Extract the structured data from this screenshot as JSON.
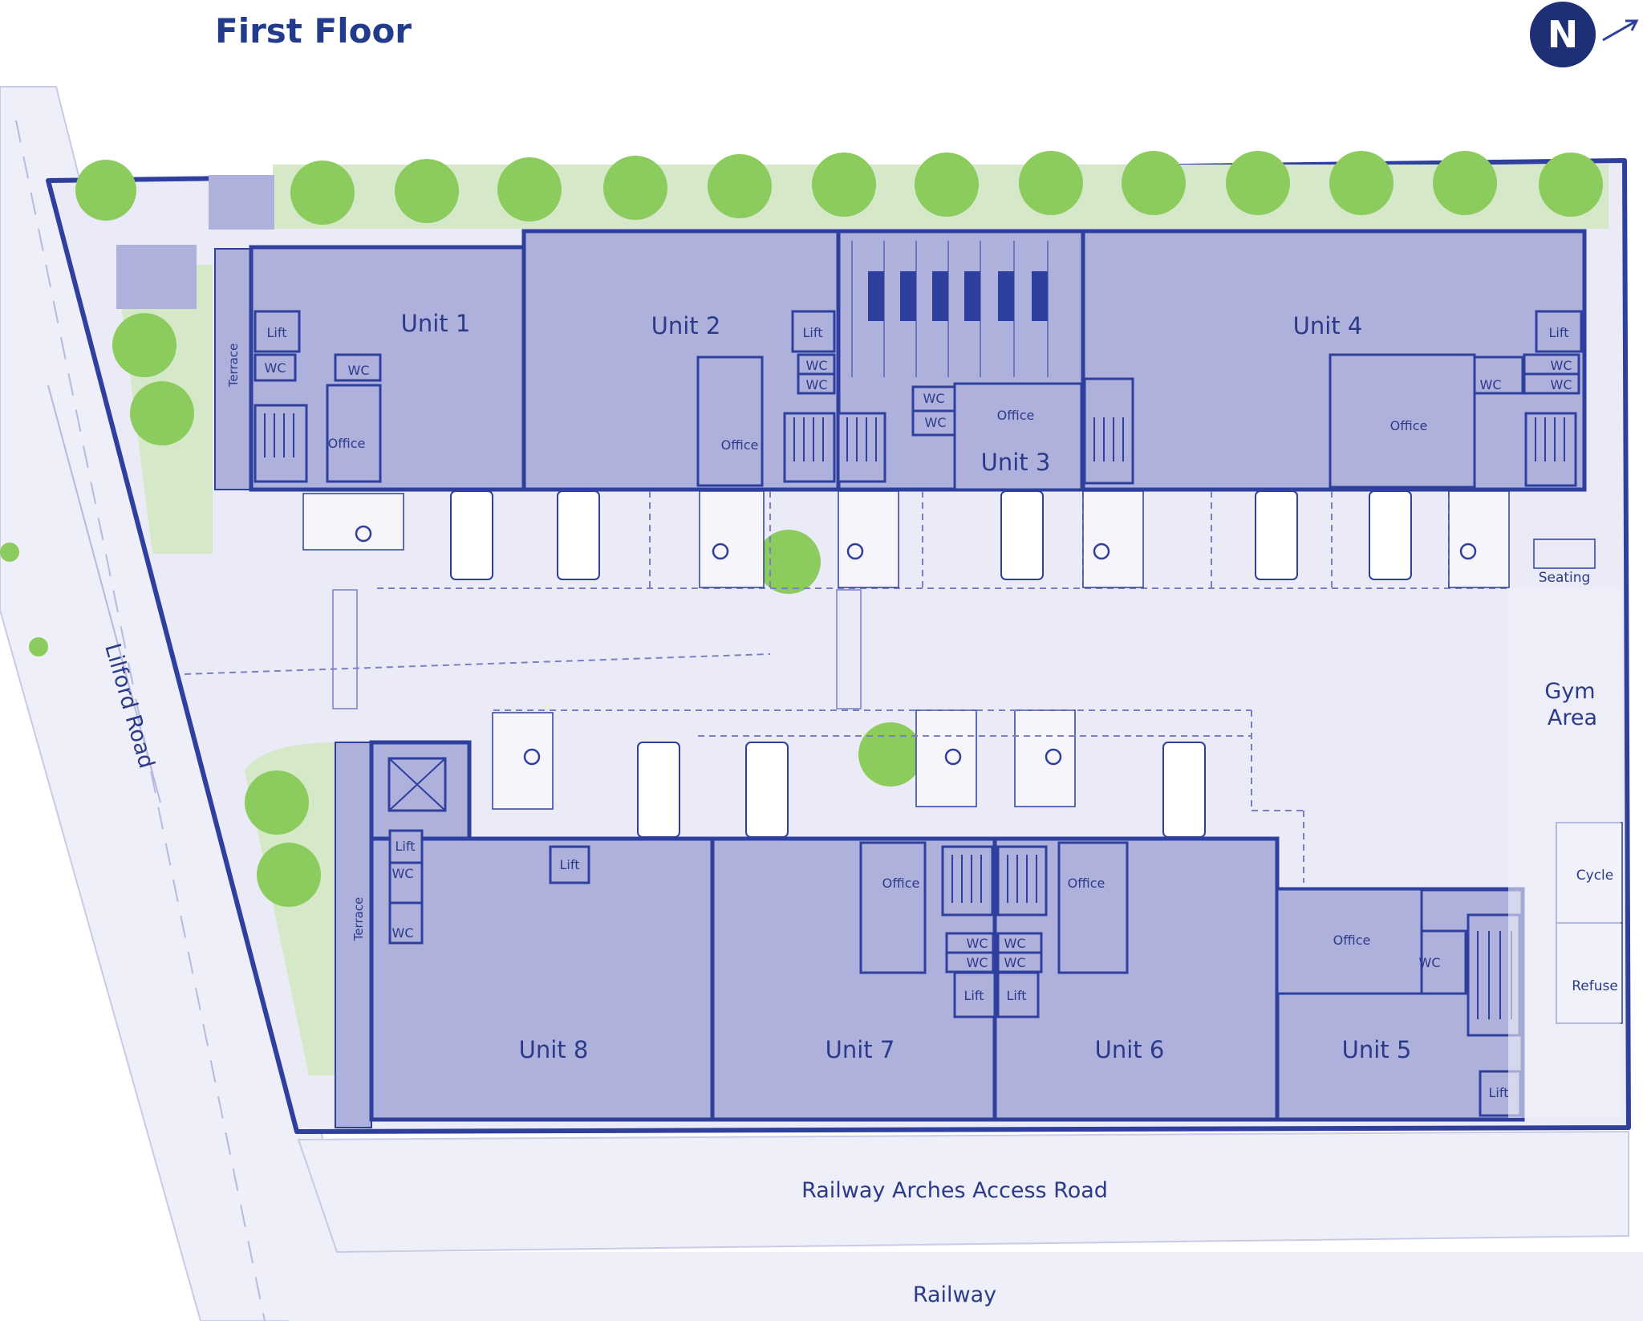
{
  "title": "First Floor",
  "north": "N",
  "colors": {
    "site_outline": "#2e3f9e",
    "building_fill": "#aeb1dc",
    "ground": "#eaebf6",
    "road": "#eeeff8",
    "green_area": "#d5e9c8",
    "tree": "#8ccc5e",
    "north_badge": "#1e2f76",
    "label_text": "#2c3a8a"
  },
  "units": [
    "Unit 1",
    "Unit 2",
    "Unit 3",
    "Unit 4",
    "Unit 5",
    "Unit 6",
    "Unit 7",
    "Unit 8"
  ],
  "rooms": {
    "lift": "Lift",
    "wc": "WC",
    "office": "Office",
    "terrace": "Terrace"
  },
  "areas": {
    "seating": "Seating",
    "gym_line1": "Gym",
    "gym_line2": "Area",
    "cycle": "Cycle",
    "refuse": "Refuse"
  },
  "roads": {
    "lilford": "Lilford Road",
    "access": "Railway Arches Access Road",
    "railway": "Railway"
  },
  "icons": [
    "accessible-parking-icon",
    "van-icon",
    "tree-icon",
    "stairs-icon",
    "north-arrow-icon"
  ]
}
